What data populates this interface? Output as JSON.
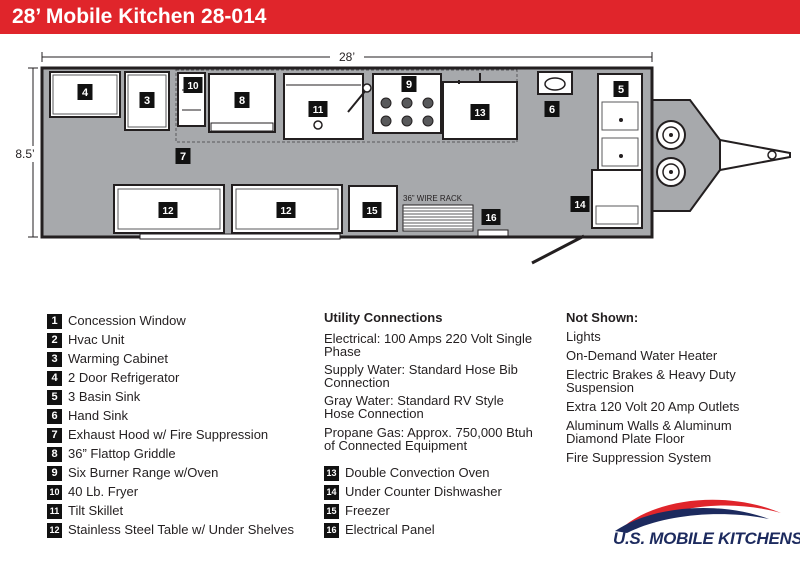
{
  "title": "28’ Mobile Kitchen 28-014",
  "dimensions": {
    "length": "28’",
    "width": "8.5’"
  },
  "plan_labels": {
    "wire_rack": "36” WIRE RACK",
    "markers": [
      "4",
      "3",
      "10",
      "8",
      "11",
      "9",
      "13",
      "6",
      "5",
      "7",
      "12",
      "12",
      "15",
      "16",
      "14"
    ]
  },
  "legend": [
    {
      "num": "1",
      "label": "Concession Window"
    },
    {
      "num": "2",
      "label": "Hvac Unit"
    },
    {
      "num": "3",
      "label": "Warming Cabinet"
    },
    {
      "num": "4",
      "label": "2 Door Refrigerator"
    },
    {
      "num": "5",
      "label": "3 Basin Sink"
    },
    {
      "num": "6",
      "label": "Hand Sink"
    },
    {
      "num": "7",
      "label": "Exhaust Hood w/ Fire Suppression"
    },
    {
      "num": "8",
      "label": "36” Flattop Griddle"
    },
    {
      "num": "9",
      "label": "Six Burner Range w/Oven"
    },
    {
      "num": "10",
      "label": "40 Lb. Fryer"
    },
    {
      "num": "11",
      "label": "Tilt Skillet"
    },
    {
      "num": "12",
      "label": "Stainless Steel Table w/ Under Shelves"
    },
    {
      "num": "13",
      "label": "Double Convection Oven"
    },
    {
      "num": "14",
      "label": "Under Counter Dishwasher"
    },
    {
      "num": "15",
      "label": "Freezer"
    },
    {
      "num": "16",
      "label": "Electrical Panel"
    }
  ],
  "utility": {
    "title": "Utility Connections",
    "items": [
      "Electrical: 100 Amps 220 Volt Single Phase",
      "Supply Water: Standard Hose Bib Connection",
      "Gray Water: Standard RV Style Hose Connection",
      "Propane Gas: Approx. 750,000 Btuh of Connected Equipment"
    ]
  },
  "not_shown": {
    "title": "Not Shown:",
    "items": [
      "Lights",
      "On-Demand Water Heater",
      "Electric Brakes & Heavy Duty Suspension",
      "Extra 120 Volt 20 Amp Outlets",
      "Aluminum Walls & Aluminum Diamond Plate Floor",
      "Fire Suppression System"
    ]
  },
  "brand": {
    "name": "U.S. MOBILE KITCHENS"
  },
  "colors": {
    "header": "#e0252b",
    "floor": "#a7a9ac",
    "equipment": "#ffffff",
    "outline": "#231f20",
    "badge": "#111111",
    "brand_blue": "#1c2a5e",
    "brand_red": "#e0252b"
  }
}
